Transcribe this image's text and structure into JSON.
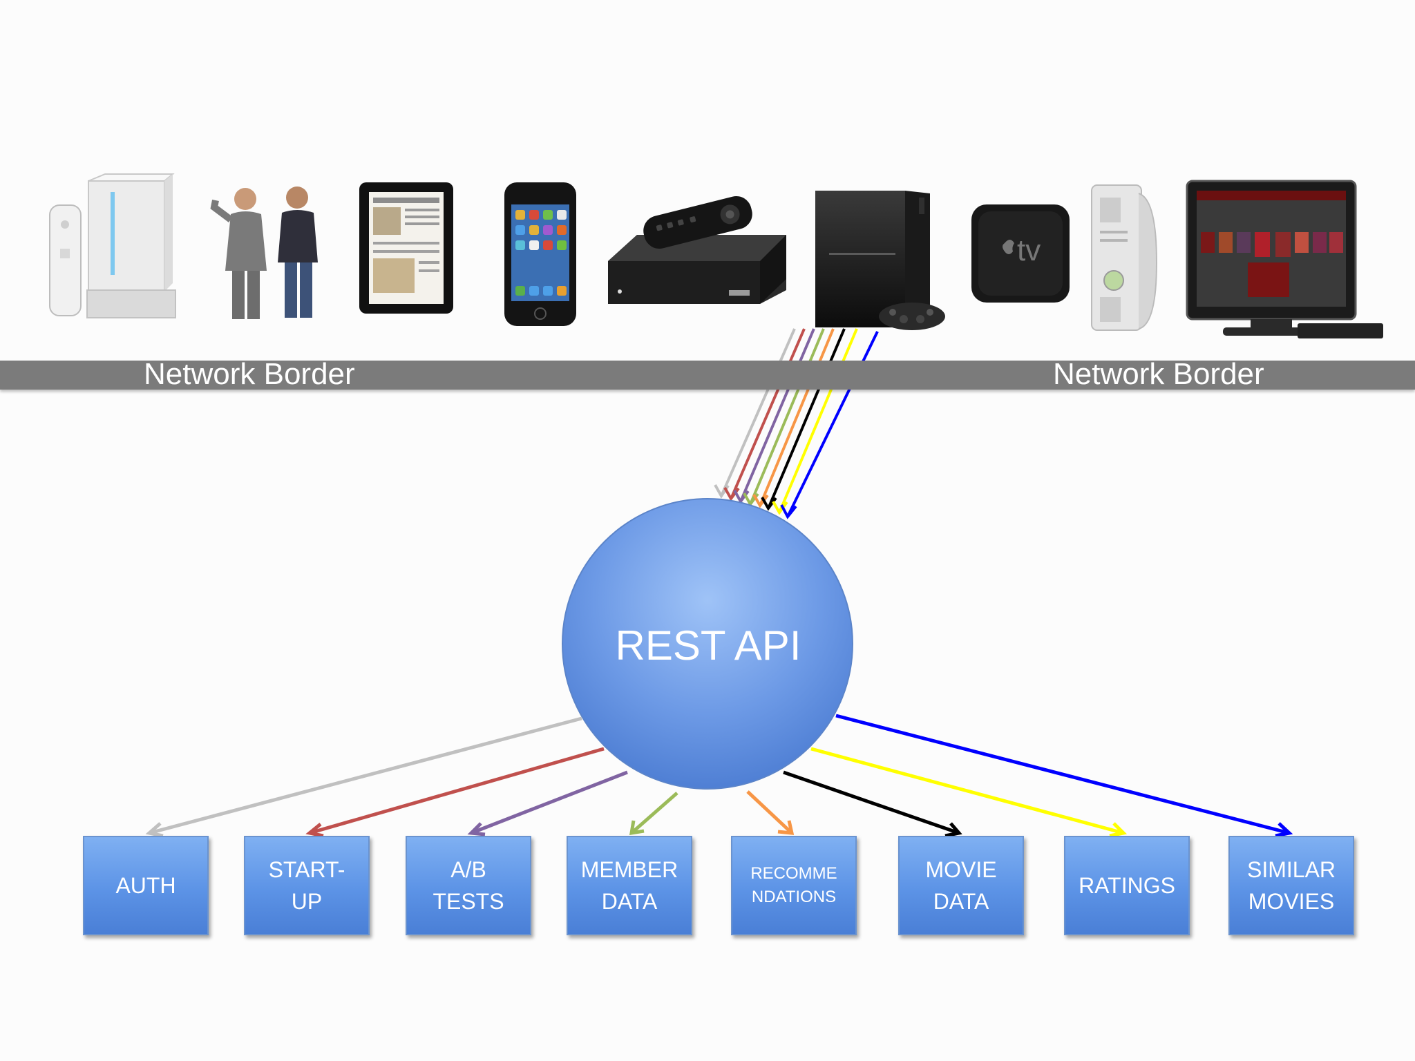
{
  "network_border": {
    "left_label": "Network Border",
    "right_label": "Network Border"
  },
  "hub": {
    "label": "REST API"
  },
  "devices": [
    {
      "name": "wii-device"
    },
    {
      "name": "people-figures"
    },
    {
      "name": "ipad-device"
    },
    {
      "name": "iphone-device"
    },
    {
      "name": "roku-device"
    },
    {
      "name": "ps3-device"
    },
    {
      "name": "apple-tv-device"
    },
    {
      "name": "xbox-device"
    },
    {
      "name": "smart-tv-device"
    }
  ],
  "apple_tv_text": "tv",
  "services": [
    {
      "label": "AUTH",
      "color": "#c0c0c0"
    },
    {
      "label": "START-\nUP",
      "color": "#c0504d"
    },
    {
      "label": "A/B\nTESTS",
      "color": "#8064a2"
    },
    {
      "label": "MEMBER\nDATA",
      "color": "#9bbb59"
    },
    {
      "label": "RECOMME\nNDATIONS",
      "color": "#f79646"
    },
    {
      "label": "MOVIE\nDATA",
      "color": "#000000"
    },
    {
      "label": "RATINGS",
      "color": "#ffff00"
    },
    {
      "label": "SIMILAR\nMOVIES",
      "color": "#0000ff"
    }
  ],
  "colors": {
    "hub_fill": "#7ba7ec",
    "band": "#7b7b7b",
    "box_fill": "#5c93e6"
  }
}
